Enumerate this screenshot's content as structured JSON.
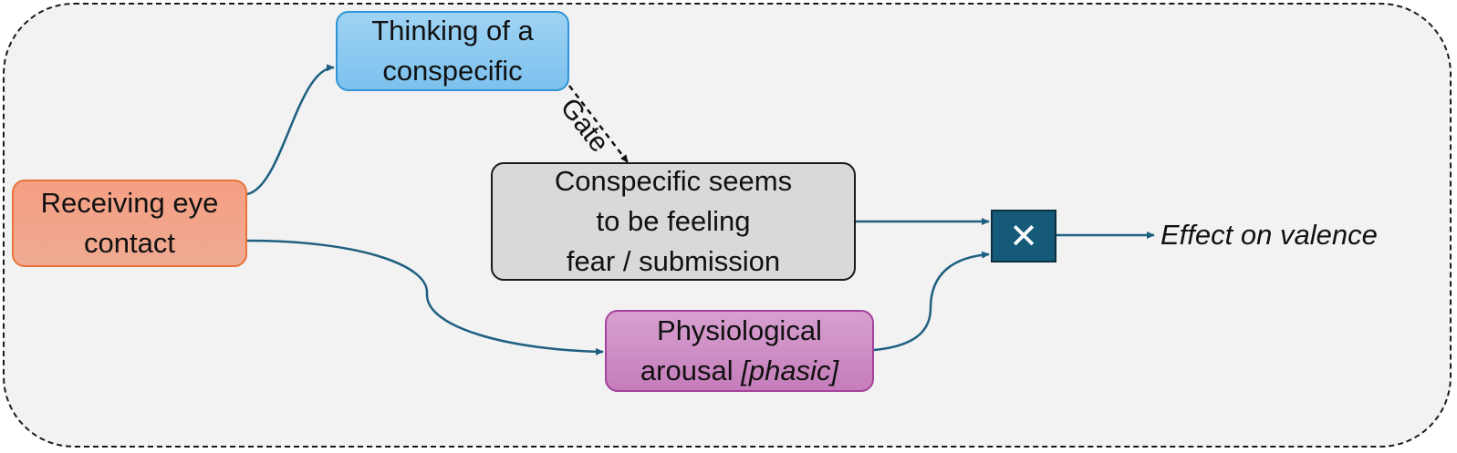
{
  "nodes": {
    "receiving_eye_contact": {
      "lines": [
        "Receiving eye",
        "contact"
      ]
    },
    "thinking_of_conspecific": {
      "lines": [
        "Thinking of a",
        "conspecific"
      ]
    },
    "conspecific_feeling": {
      "lines": [
        "Conspecific seems",
        "to be feeling",
        "fear / submission"
      ]
    },
    "physiological_arousal": {
      "line1": "Physiological",
      "line2_prefix": "arousal ",
      "line2_italic": "[phasic]"
    }
  },
  "operator": {
    "symbol": "✕"
  },
  "edges": {
    "gate_label": "Gate",
    "output_label": "Effect on valence"
  },
  "colors": {
    "edge": "#1f5f80",
    "eye_fill": "#f4a58a",
    "eye_border": "#e8743a",
    "think_fill": "#8dcaf0",
    "think_border": "#2f93d6",
    "consp_fill": "#d9d9d9",
    "phys_fill": "#cf90c6",
    "phys_border": "#a5439c",
    "operator_fill": "#165a7a"
  }
}
